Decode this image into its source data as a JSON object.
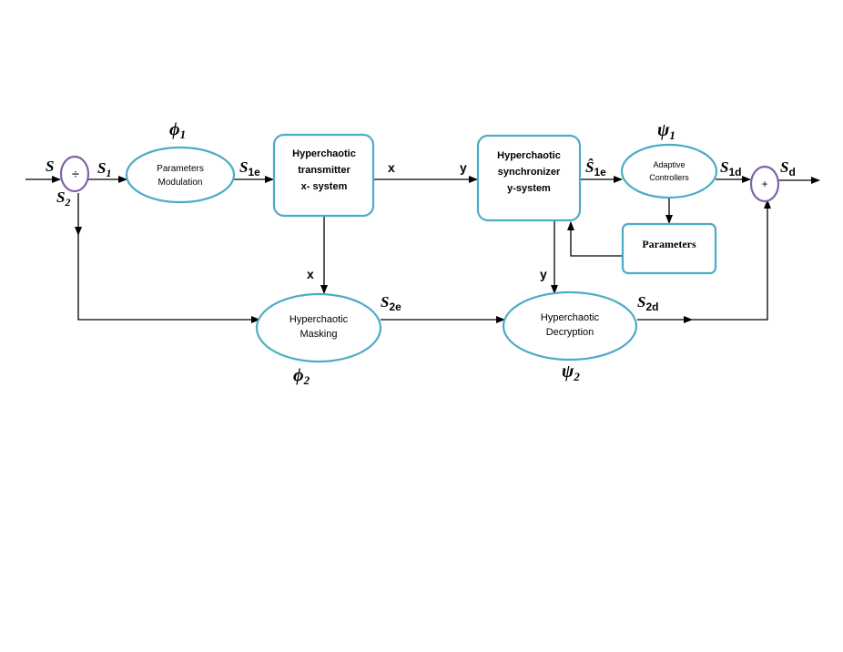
{
  "nodes": {
    "divider": {
      "symbol": "÷"
    },
    "modulation": {
      "line1": "Parameters",
      "line2": "Modulation"
    },
    "transmitter": {
      "line1": "Hyperchaotic",
      "line2": "transmitter",
      "line3": "x- system"
    },
    "synchronizer": {
      "line1": "Hyperchaotic",
      "line2": "synchronizer",
      "line3": "y-system"
    },
    "controllers": {
      "line1": "Adaptive",
      "line2": "Controllers"
    },
    "parameters": {
      "line1": "Parameters"
    },
    "masking": {
      "line1": "Hyperchaotic",
      "line2": "Masking"
    },
    "decryption": {
      "line1": "Hyperchaotic",
      "line2": "Decryption"
    },
    "adder": {
      "symbol": "+"
    }
  },
  "labels": {
    "s": "S",
    "s1_base": "S",
    "s1_sub": "1",
    "s2_base": "S",
    "s2_sub": "2",
    "s1e_base": "S",
    "s1e_sub": "1e",
    "s1e_hat_base": "Ŝ",
    "s1e_hat_sub": "1e",
    "s1d_base": "S",
    "s1d_sub": "1d",
    "s2e_base": "S",
    "s2e_sub": "2e",
    "s2d_base": "S",
    "s2d_sub": "2d",
    "sd_base": "S",
    "sd_sub": "d",
    "x_top": "x",
    "x_down": "x",
    "y_top": "y",
    "y_down": "y",
    "phi1_base": "ϕ",
    "phi1_sub": "1",
    "phi2_base": "ϕ",
    "phi2_sub": "2",
    "psi1_base": "ψ",
    "psi1_sub": "1",
    "psi2_base": "ψ",
    "psi2_sub": "2"
  },
  "colors": {
    "box_stroke": "#4bacc6",
    "operator_stroke": "#8064a2",
    "wire": "#000000"
  }
}
